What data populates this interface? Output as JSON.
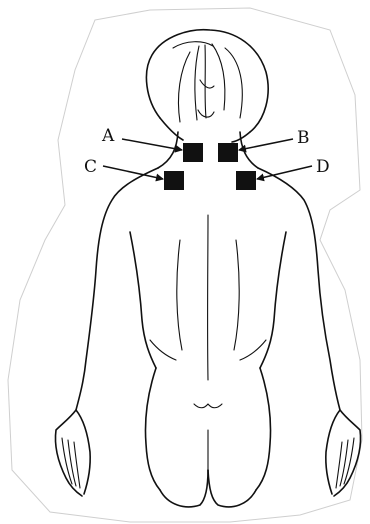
{
  "figure": {
    "markers": [
      {
        "id": "A",
        "label": "A"
      },
      {
        "id": "B",
        "label": "B"
      },
      {
        "id": "C",
        "label": "C"
      },
      {
        "id": "D",
        "label": "D"
      }
    ],
    "colors": {
      "marker": "#111111",
      "line": "#111111",
      "background": "#ffffff"
    }
  }
}
